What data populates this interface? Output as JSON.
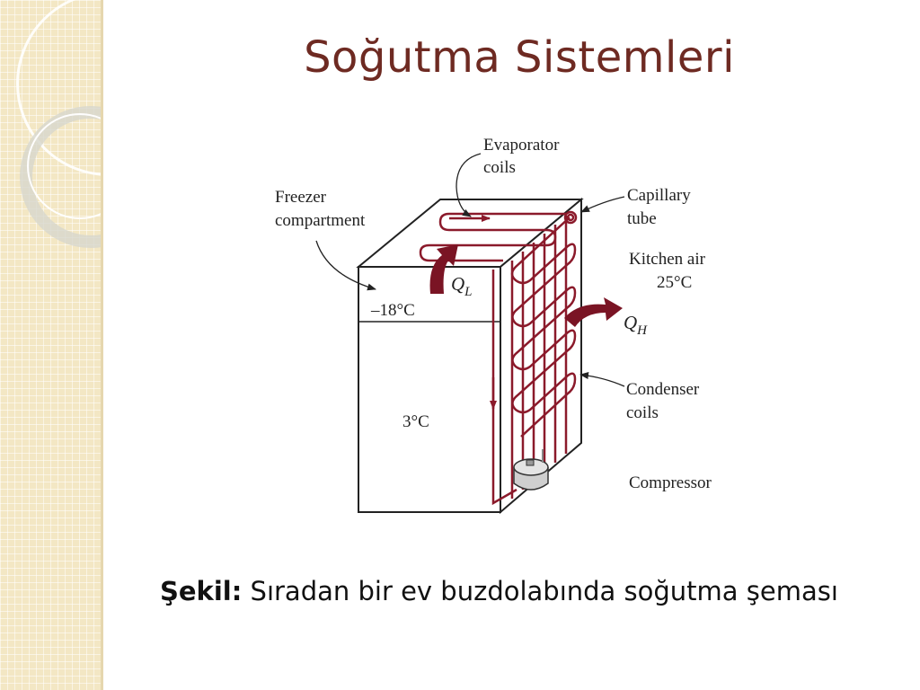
{
  "slide": {
    "title": "Soğutma Sistemleri",
    "caption_label": "Şekil:",
    "caption_text": " Sıradan bir ev buzdolabında soğutma şeması"
  },
  "diagram": {
    "labels": {
      "evaporator": [
        "Evaporator",
        "coils"
      ],
      "capillary": [
        "Capillary",
        "tube"
      ],
      "freezer": [
        "Freezer",
        "compartment"
      ],
      "kitchen_air": [
        "Kitchen air",
        "25°C"
      ],
      "freezer_temp": "–18°C",
      "fridge_temp": "3°C",
      "condenser": [
        "Condenser",
        "coils"
      ],
      "compressor": "Compressor",
      "q_low": "Q",
      "q_low_sub": "L",
      "q_high": "Q",
      "q_high_sub": "H"
    },
    "colors": {
      "coil": "#8b1a2b",
      "arrow": "#7a1424",
      "title": "#6e2a22"
    }
  }
}
